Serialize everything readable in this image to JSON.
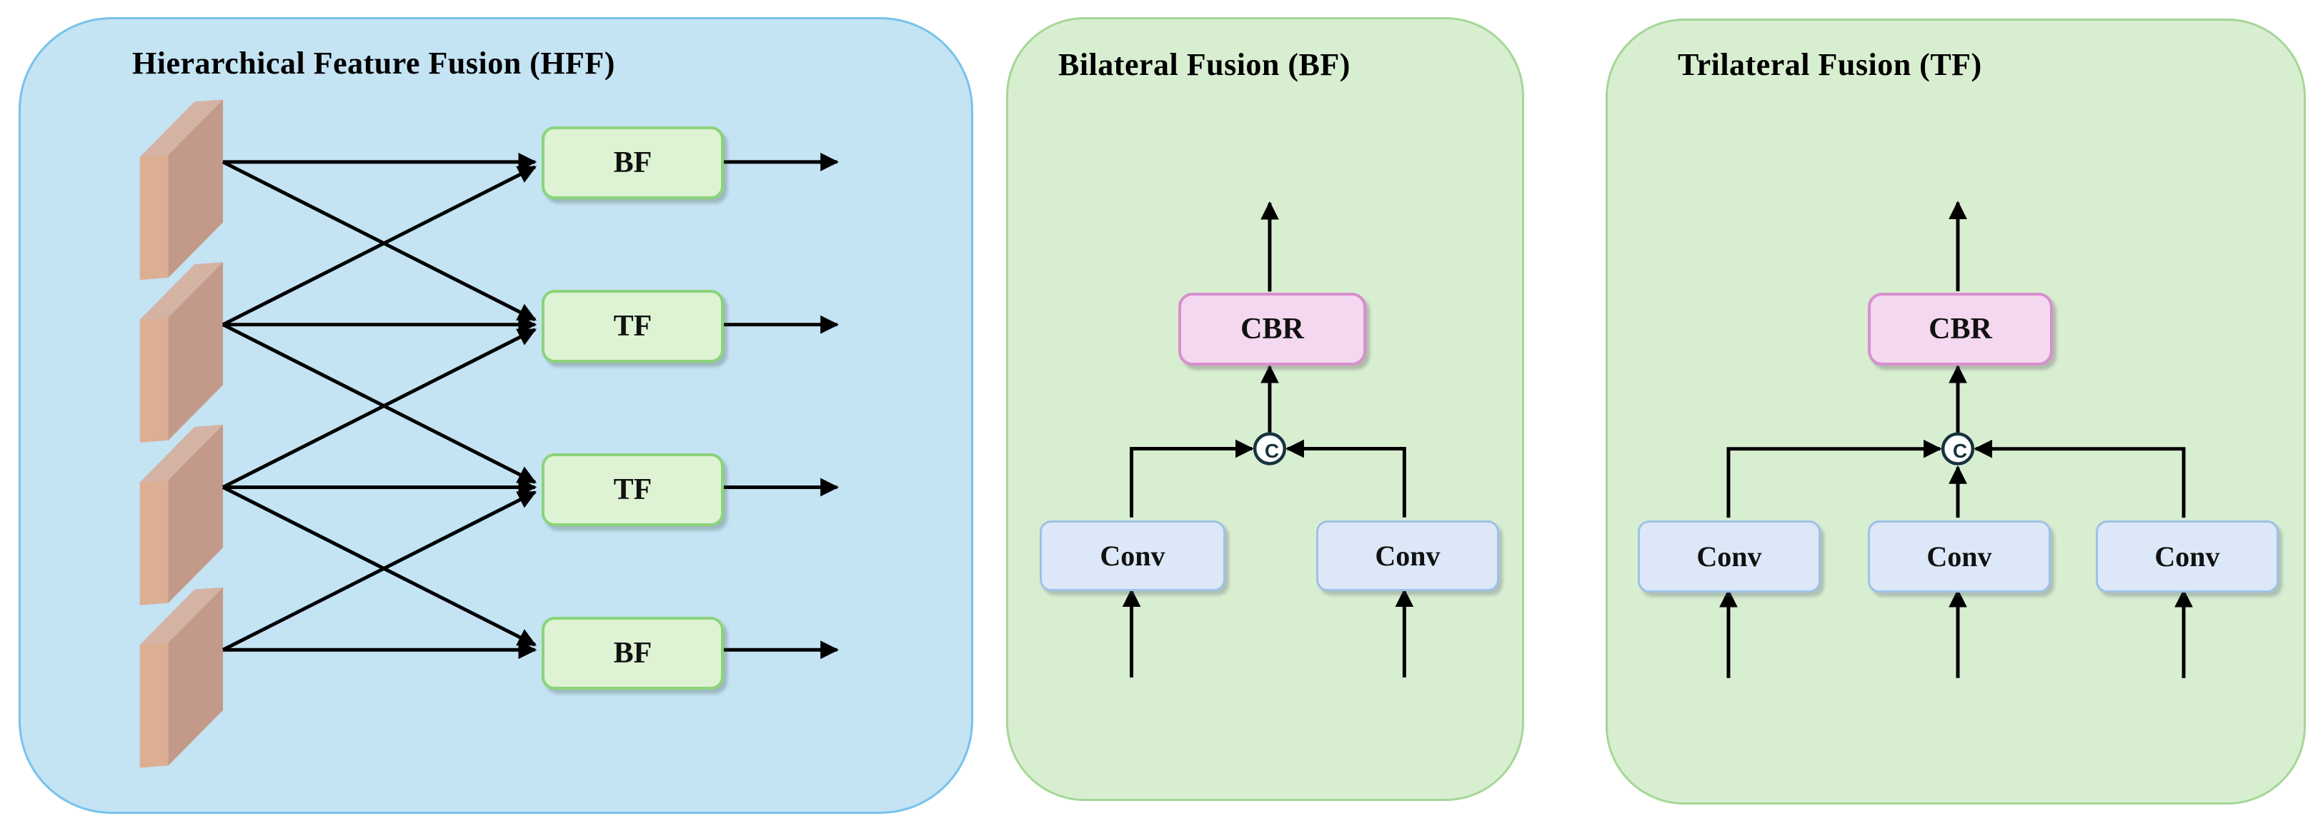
{
  "colors": {
    "background": "#ffffff",
    "hff_panel_fill": "#c4e3f3",
    "hff_panel_border": "#77c3ea",
    "green_panel_fill": "#d8eed1",
    "green_panel_border": "#a5d797",
    "fusion_box_fill": "#ddf3d3",
    "fusion_box_border": "#8bd47a",
    "cbr_box_fill": "#f3d8ef",
    "cbr_box_border": "#d78fce",
    "conv_box_fill": "#dce8f8",
    "conv_box_border": "#9ec1e6",
    "block_face_main": "#c39a8a",
    "block_face_side": "#dcae93",
    "block_face_top": "#d4b3a5",
    "arrow_color": "#000000",
    "concat_circle_border": "#16333e"
  },
  "panels": {
    "hff": {
      "title": "Hierarchical Feature Fusion (HFF)",
      "fusion_boxes": [
        {
          "label": "BF"
        },
        {
          "label": "TF"
        },
        {
          "label": "TF"
        },
        {
          "label": "BF"
        }
      ]
    },
    "bf": {
      "title": "Bilateral Fusion (BF)",
      "cbr_label": "CBR",
      "concat_symbol": "C",
      "conv_boxes": [
        {
          "label": "Conv"
        },
        {
          "label": "Conv"
        }
      ]
    },
    "tf": {
      "title": "Trilateral Fusion (TF)",
      "cbr_label": "CBR",
      "concat_symbol": "C",
      "conv_boxes": [
        {
          "label": "Conv"
        },
        {
          "label": "Conv"
        },
        {
          "label": "Conv"
        }
      ]
    }
  }
}
